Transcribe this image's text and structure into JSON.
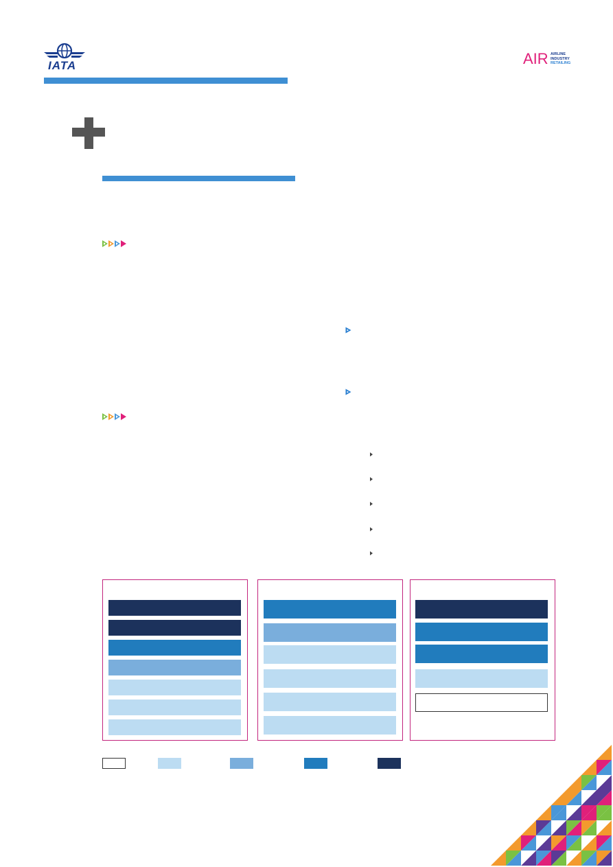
{
  "header": {
    "iata_logo": {
      "icon": "globe-wings-icon",
      "text": "IATA",
      "color": "#1a3d8f"
    },
    "air_logo": {
      "word": "AIR",
      "lines": [
        "AIRLINE",
        "INDUSTRY",
        "RETAILING"
      ],
      "word_color": "#e0207a",
      "line_color": "#1a3d8f"
    }
  },
  "colors": {
    "rule": "#3f8fd3",
    "panel_border": "#c2237c",
    "white": "#ffffff",
    "light": "#bcdcf2",
    "mid": "#7aaedc",
    "blue": "#217cbd",
    "dark": "#1c325c",
    "plus": "#555555"
  },
  "icons": {
    "plus": "plus-icon",
    "multi_arrow": "multicolor-arrows-icon",
    "blue_arrow": "blue-arrow-icon",
    "bullet": "triangle-bullet-icon"
  },
  "panels": [
    {
      "bars": [
        "dark",
        "dark",
        "blue",
        "mid",
        "light",
        "light",
        "light"
      ]
    },
    {
      "bars": [
        "blue",
        "mid",
        "light",
        "light",
        "light",
        "light"
      ]
    },
    {
      "bars": [
        "dark",
        "blue",
        "blue",
        "light",
        "white"
      ]
    }
  ],
  "legend": [
    "white",
    "light",
    "mid",
    "blue",
    "dark"
  ],
  "bullet_count": 5
}
